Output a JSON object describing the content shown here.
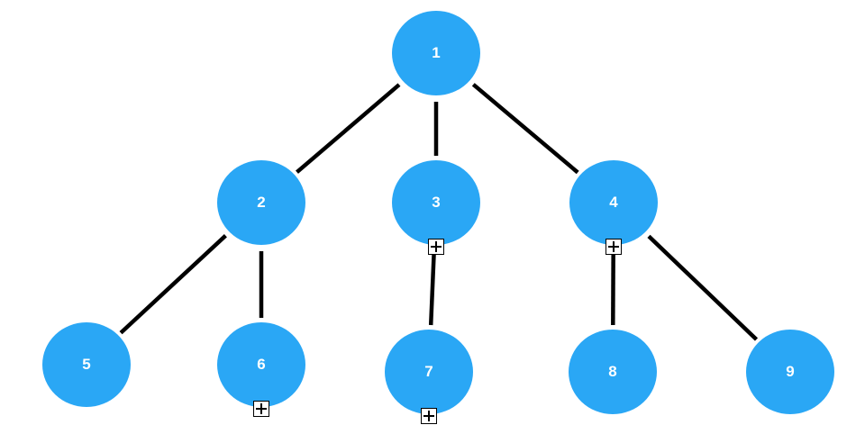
{
  "theme": {
    "node_color": "#2aa7f5",
    "edge_color": "#000000",
    "label_color": "#ffffff"
  },
  "tree": {
    "nodes": [
      {
        "id": "1",
        "label": "1",
        "parent": null,
        "collapsed_indicator": false
      },
      {
        "id": "2",
        "label": "2",
        "parent": "1",
        "collapsed_indicator": false
      },
      {
        "id": "3",
        "label": "3",
        "parent": "1",
        "collapsed_indicator": true
      },
      {
        "id": "4",
        "label": "4",
        "parent": "1",
        "collapsed_indicator": true
      },
      {
        "id": "5",
        "label": "5",
        "parent": "2",
        "collapsed_indicator": false
      },
      {
        "id": "6",
        "label": "6",
        "parent": "2",
        "collapsed_indicator": true
      },
      {
        "id": "7",
        "label": "7",
        "parent": "3",
        "collapsed_indicator": true
      },
      {
        "id": "8",
        "label": "8",
        "parent": "4",
        "collapsed_indicator": false
      },
      {
        "id": "9",
        "label": "9",
        "parent": "4",
        "collapsed_indicator": false
      }
    ],
    "edges": [
      {
        "from": "1",
        "to": "2"
      },
      {
        "from": "1",
        "to": "3"
      },
      {
        "from": "1",
        "to": "4"
      },
      {
        "from": "2",
        "to": "5"
      },
      {
        "from": "2",
        "to": "6"
      },
      {
        "from": "3",
        "to": "7"
      },
      {
        "from": "4",
        "to": "8"
      },
      {
        "from": "4",
        "to": "9"
      }
    ]
  }
}
